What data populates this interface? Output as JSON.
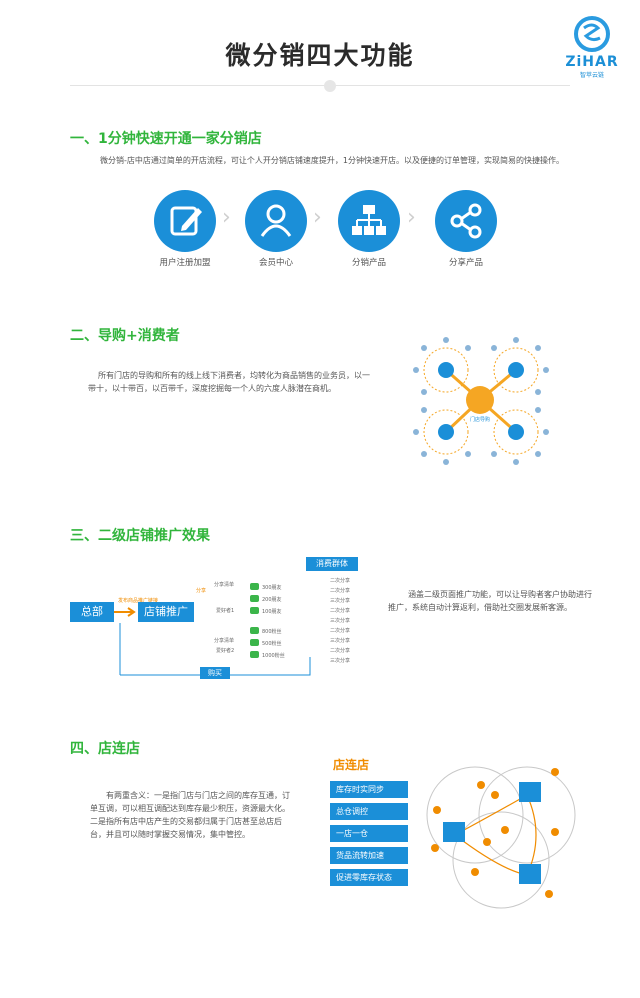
{
  "header": {
    "title": "微分销四大功能"
  },
  "logo": {
    "text": "ZiHAR",
    "sub": "智苹云链"
  },
  "section1": {
    "title": "一、1分钟快速开通一家分销店",
    "text": "微分销-店中店通过简单的开店流程，可让个人开分销店铺速度提升，1分钟快速开店。以及便捷的订单管理，实现简易的快捷操作。",
    "steps": [
      {
        "label": "用户注册加盟",
        "icon": "edit-icon"
      },
      {
        "label": "会员中心",
        "icon": "user-icon"
      },
      {
        "label": "分销产品",
        "icon": "hierarchy-icon"
      },
      {
        "label": "分享产品",
        "icon": "share-icon"
      }
    ],
    "accent": "#1b8fd8"
  },
  "section2": {
    "title": "二、导购+消费者",
    "text_line1": "所有门店的导购和所有的线上线下消费者，均转化为商品销售的业务员，以一",
    "text_line2": "带十，以十带百，以百带千，深度挖掘每一个人的六度人脉潜在商机。",
    "center_label": "门店导购"
  },
  "section3": {
    "title": "三、二级店铺推广效果",
    "text_line1": "涵盖二级页面推广功能，可以让导购者客户协助进行",
    "text_line2": "推广，系统自动计算返利，借助社交圈发展新客源。",
    "diagram": {
      "zongbu": "总部",
      "tuiguang": "店铺推广",
      "xiaofei": "消费群体",
      "goumai": "购买",
      "fenxiang": "分享",
      "push_label": "发布商品推广链接",
      "share_lists": [
        "分享清单",
        "分享清单"
      ],
      "fans": [
        "爱好者1",
        "爱好者2"
      ],
      "friends": [
        "300朋友",
        "200朋友",
        "100朋友",
        "800粉丝",
        "500粉丝",
        "1000粉丝"
      ],
      "second": [
        "二次分享",
        "二次分享",
        "二次分享",
        "二次分享",
        "二次分享",
        "二次分享",
        "二次分享",
        "二次分享"
      ],
      "third": [
        "三次分享",
        "三次分享",
        "三次分享",
        "三次分享"
      ]
    }
  },
  "section4": {
    "title": "四、店连店",
    "text_line1": "有两重含义：一是指门店与门店之间的库存互通，订",
    "text_line2": "单互调，可以相互调配达到库存最少积压，资源最大化。",
    "text_line3": "二是指所有店中店产生的交易都归属于门店甚至总店后",
    "text_line4": "台，并且可以随时掌握交易情况，集中管控。",
    "store_title": "店连店",
    "bars": [
      "库存时实同步",
      "总仓调控",
      "一店一仓",
      "货品流转加速",
      "促进零库存状态"
    ],
    "accent": "#f08c00"
  }
}
